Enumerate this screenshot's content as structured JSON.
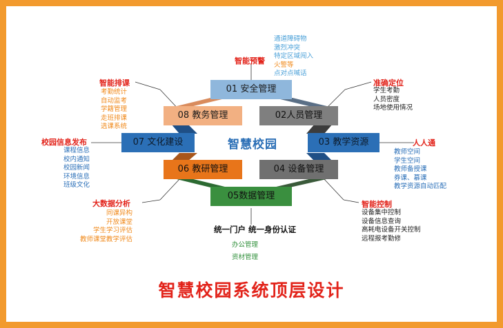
{
  "title": "智慧校园系统顶层设计",
  "center": "智慧校园",
  "colors": {
    "border": "#f29a2e",
    "safety": "#8fb7dc",
    "personnel": "#7f7f7f",
    "resources": "#2b6fb6",
    "equipment": "#707070",
    "data": "#3a8f3f",
    "research": "#e8751a",
    "culture": "#2b6fb6",
    "affairs": "#f2b082",
    "title": "#e2231a"
  },
  "modules": {
    "m01": "01 安全管理",
    "m02": "02人员管理",
    "m03": "03 教学资源",
    "m04": "04 设备管理",
    "m05": "05数据管理",
    "m06": "06 教研管理",
    "m07": "07 文化建设",
    "m08": "08 教务管理"
  },
  "safety": {
    "heading": "智能预警",
    "items": [
      "通道障碍物",
      "激烈冲突",
      "特定区域闯入",
      "火警等",
      "点对点喊话"
    ]
  },
  "personnel": {
    "heading": "准确定位",
    "items": [
      "学生考勤",
      "人员密度",
      "场地使用情况"
    ]
  },
  "resources": {
    "heading": "人人通",
    "items": [
      "教师空间",
      "学生空间",
      "教师备授课",
      "券课、慕课",
      "教学资源自动匹配"
    ]
  },
  "equipment": {
    "heading": "智能控制",
    "items": [
      "设备集中控制",
      "设备信息查询",
      "高耗电设备开关控制",
      "远程报考勤修"
    ]
  },
  "data": {
    "heading": "统一门户  统一身份认证",
    "items": [
      "办公管理",
      "资材管理"
    ]
  },
  "research": {
    "heading": "大数据分析",
    "items": [
      "同课异构",
      "开放课堂",
      "学生学习评估",
      "教师课堂教学评估"
    ]
  },
  "culture": {
    "heading": "校园信息发布",
    "items": [
      "课程信息",
      "校内通知",
      "校园新闻",
      "环境信息",
      "班级文化"
    ]
  },
  "affairs": {
    "heading": "智能排课",
    "items": [
      "考勤统计",
      "自动监考",
      "学籍管理",
      "走班排课",
      "选课系统"
    ]
  }
}
